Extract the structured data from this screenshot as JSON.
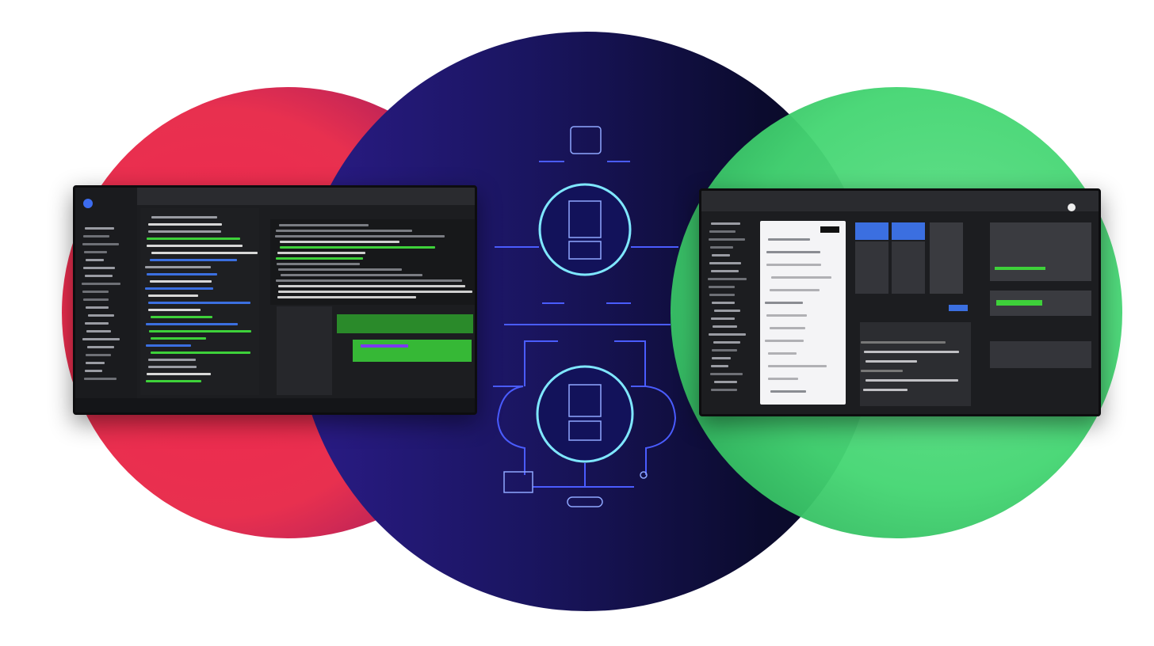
{
  "colors": {
    "background": "#ffffff",
    "red_circle": "#f2284e",
    "navy_circle": "#1a1560",
    "green_circle": "#45d673",
    "diagram_line": "#4a5cff",
    "diagram_ring": "#7fe7ff",
    "code_green": "#3ed13a",
    "ui_blue": "#3b6fe0"
  },
  "left_window": {
    "icons": [
      "app-logo-icon",
      "menu-icon",
      "toolbar-icons"
    ],
    "theme": "dark code editor"
  },
  "right_window": {
    "icons": [
      "app-logo-icon",
      "user-avatar-icon"
    ],
    "theme": "dark dashboard"
  },
  "diagram": {
    "icons": [
      "server-stack-icon",
      "document-form-icon",
      "browser-window-icon",
      "card-icon",
      "signal-icon"
    ]
  }
}
